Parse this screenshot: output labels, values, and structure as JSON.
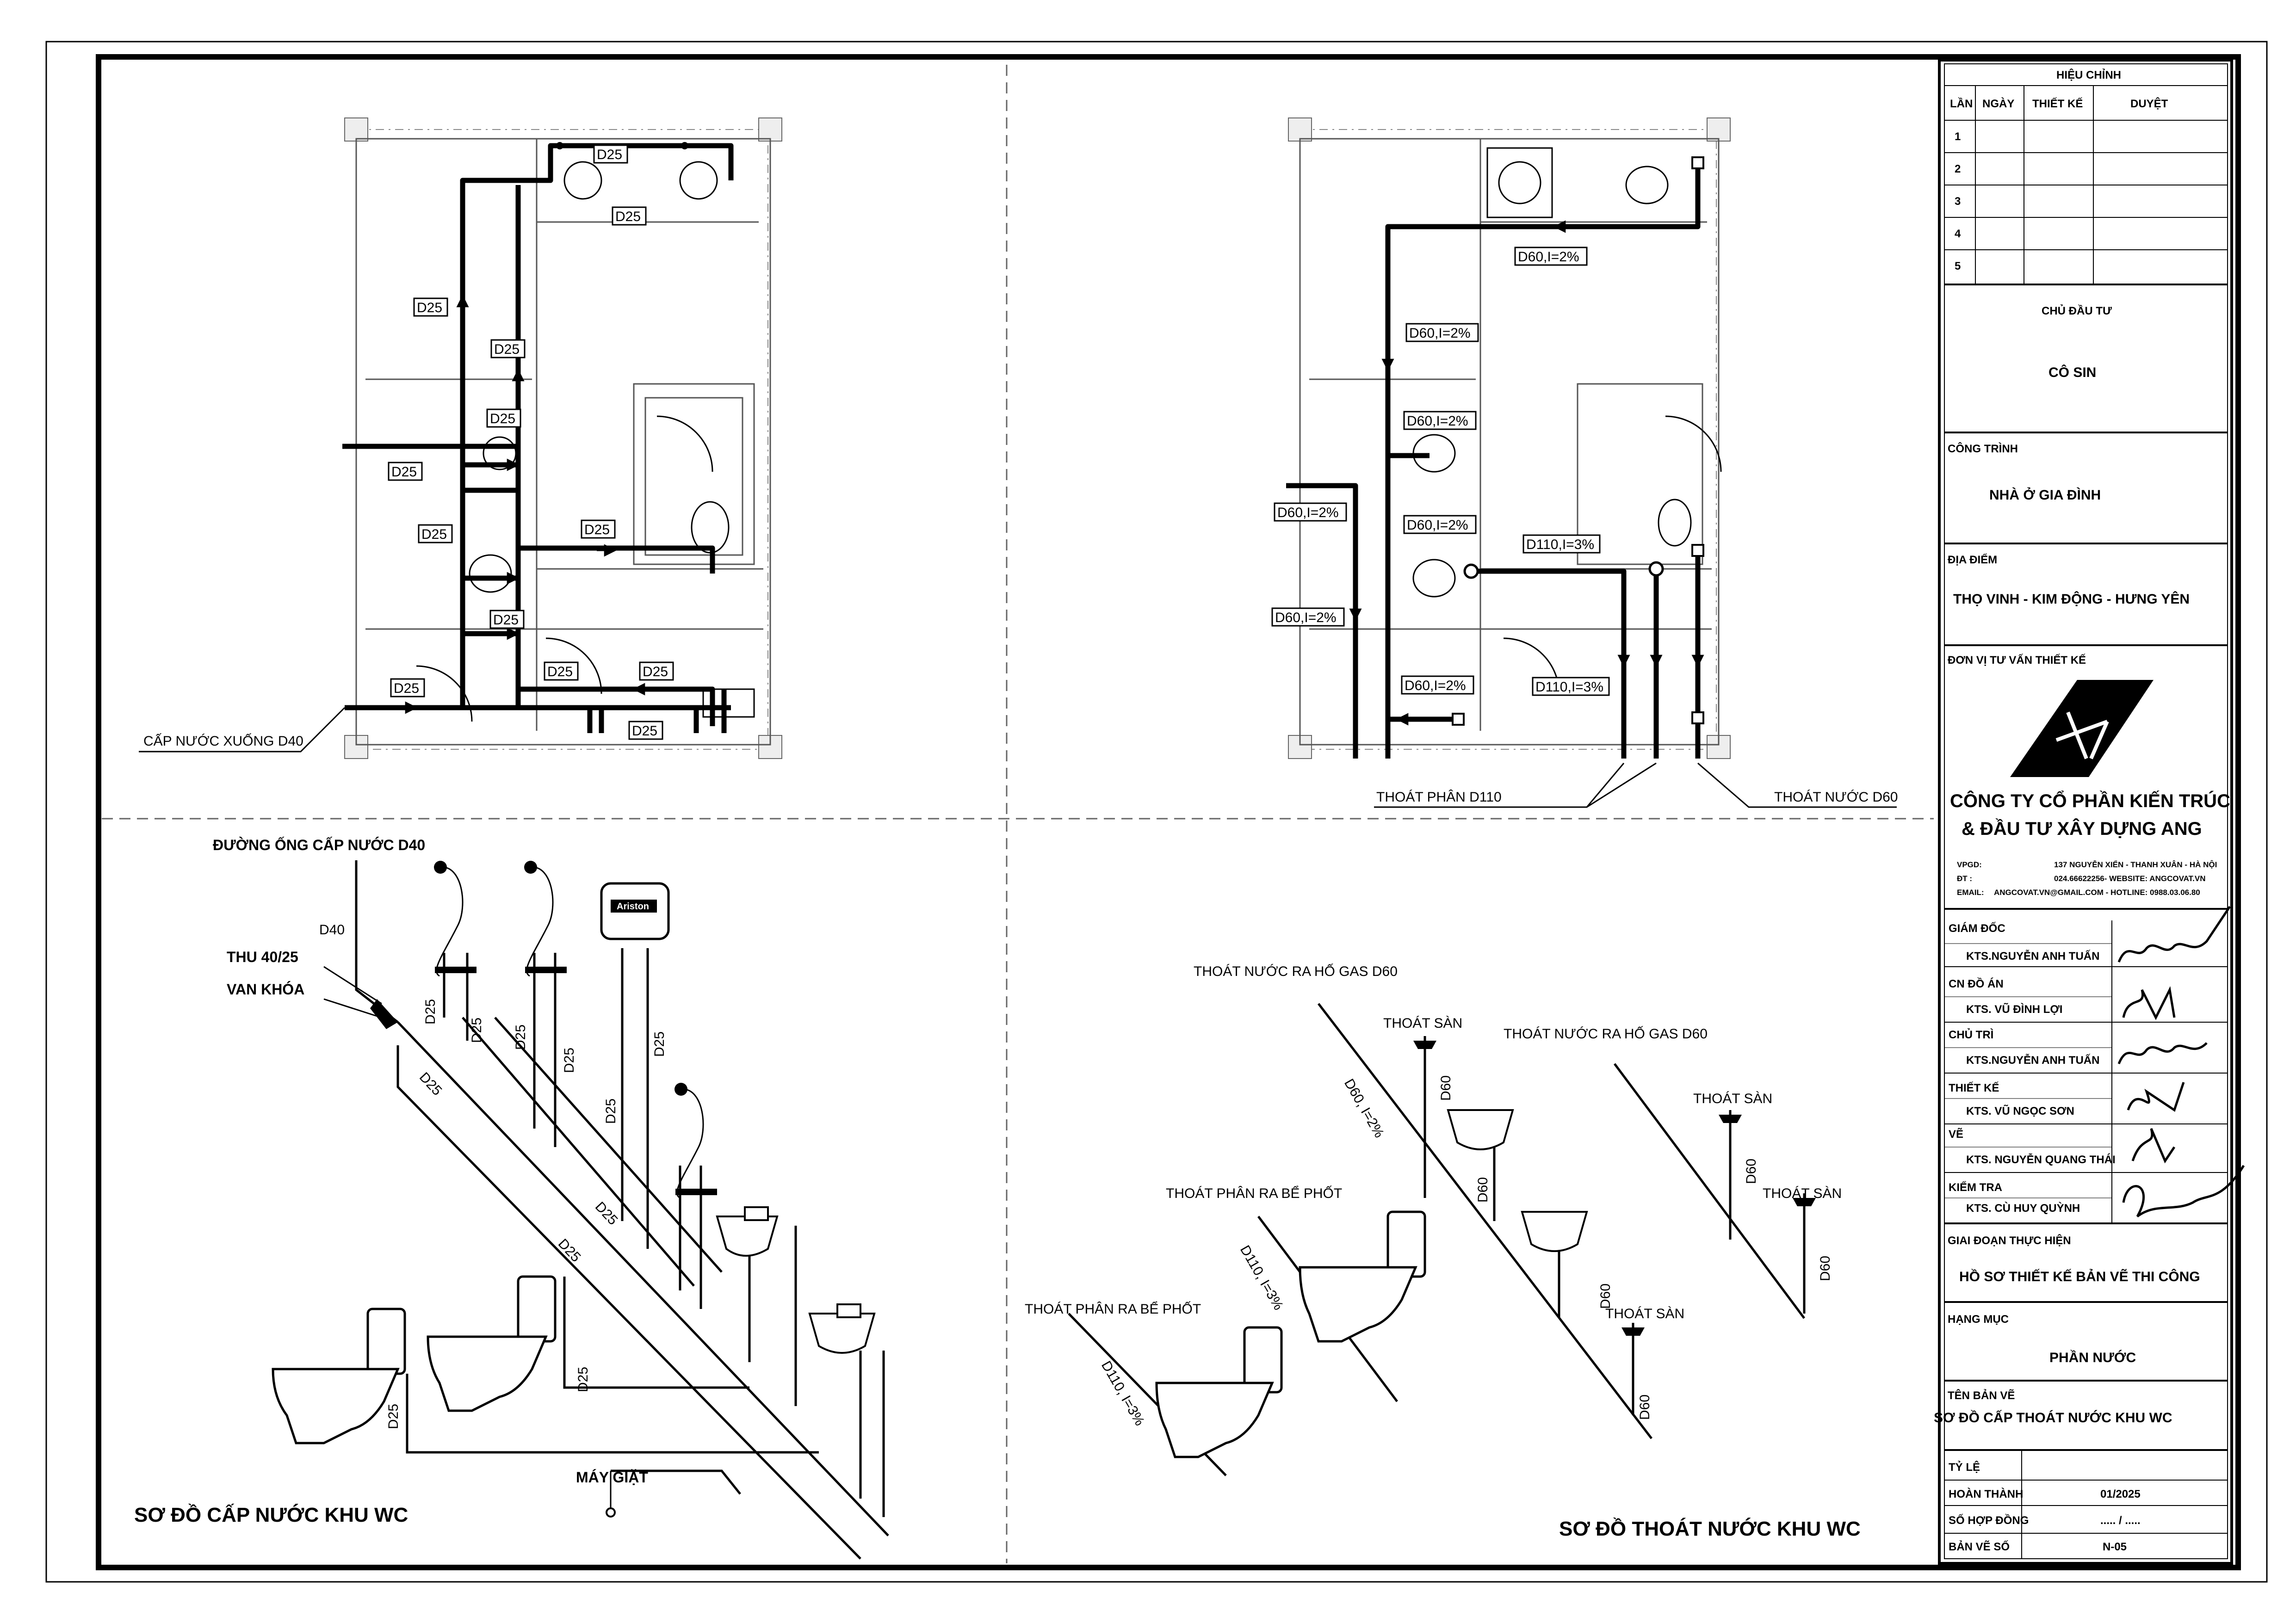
{
  "supply_plan": {
    "tags": [
      "D25",
      "D25",
      "D25",
      "D25",
      "D25",
      "D25",
      "D25",
      "D25",
      "D25",
      "D25",
      "D25",
      "D25",
      "D25"
    ],
    "main_label": "CẤP NƯỚC XUỐNG D40"
  },
  "drain_plan": {
    "tags": [
      "D60,I=2%",
      "D60,I=2%",
      "D60,I=2%",
      "D60,I=2%",
      "D60,I=2%",
      "D60,I=2%",
      "D60,I=2%",
      "D110,I=3%",
      "D110,I=3%"
    ],
    "outlet_d110": "THOÁT PHÂN D110",
    "outlet_d60": "THOÁT NƯỚC D60"
  },
  "supply_iso": {
    "title": "SƠ ĐỒ CẤP NƯỚC KHU WC",
    "main_pipe": "ĐƯỜNG ỐNG CẤP NƯỚC D40",
    "d40": "D40",
    "reducer": "THU 40/25",
    "valve": "VAN KHÓA",
    "washer": "MÁY GIẶT",
    "heater_brand": "Ariston",
    "pipe_labels": [
      "D25",
      "D25",
      "D25",
      "D25",
      "D25",
      "D25",
      "D25",
      "D25",
      "D25",
      "D25",
      "D25"
    ]
  },
  "drain_iso": {
    "title": "SƠ ĐỒ THOÁT NƯỚC KHU WC",
    "gas_trap_1": "THOÁT NƯỚC RA HỐ GAS D60",
    "gas_trap_2": "THOÁT NƯỚC RA HỐ GAS D60",
    "septic_1": "THOÁT PHÂN RA BỂ PHỐT",
    "septic_2": "THOÁT PHÂN RA BỂ PHỐT",
    "floor_drains": [
      "THOÁT SÀN",
      "THOÁT SÀN",
      "THOÁT SÀN",
      "THOÁT SÀN"
    ],
    "pipe_labels": [
      "D60, I=2%",
      "D60",
      "D60",
      "D60",
      "D60",
      "D60",
      "D110, I=3%",
      "D110, I=3%"
    ]
  },
  "title_block": {
    "revision_title": "HIỆU CHỈNH",
    "rev_headers": [
      "LẦN",
      "NGÀY",
      "THIẾT KẾ",
      "DUYỆT"
    ],
    "rev_rows": [
      "1",
      "2",
      "3",
      "4",
      "5"
    ],
    "investor_label": "CHỦ ĐẦU TƯ",
    "investor": "CÔ SIN",
    "project_label": "CÔNG TRÌNH",
    "project": "NHÀ Ở GIA ĐÌNH",
    "location_label": "ĐỊA ĐIỂM",
    "location": "THỌ VINH - KIM ĐỘNG - HƯNG YÊN",
    "consultant_label": "ĐƠN VỊ TƯ VẤN THIẾT KẾ",
    "company_line1": "CÔNG TY CỔ PHẦN KIẾN TRÚC",
    "company_line2": "& ĐẦU TƯ XÂY DỰNG ANG",
    "contacts": [
      {
        "k": "VPGD:",
        "v": "137 NGUYỄN XIỂN - THANH XUÂN - HÀ NỘI"
      },
      {
        "k": "ĐT :",
        "v": "024.66622256- WEBSITE: ANGCOVAT.VN"
      },
      {
        "k": "EMAIL:",
        "v": "ANGCOVAT.VN@GMAIL.COM - HOTLINE: 0988.03.06.80"
      }
    ],
    "staff": [
      {
        "role": "GIÁM ĐỐC",
        "name": "KTS.NGUYỄN ANH TUẤN"
      },
      {
        "role": "CN ĐỒ ÁN",
        "name": "KTS. VŨ ĐÌNH LỢI"
      },
      {
        "role": "CHỦ TRÌ",
        "name": "KTS.NGUYỄN ANH TUẤN"
      },
      {
        "role": "THIẾT KẾ",
        "name": "KTS. VŨ NGỌC SƠN"
      },
      {
        "role": "VẼ",
        "name": "KTS. NGUYỄN QUANG THÁI"
      },
      {
        "role": "KIỂM TRA",
        "name": "KTS. CÙ HUY QUỲNH"
      }
    ],
    "phase_label": "GIAI ĐOẠN THỰC HIỆN",
    "phase": "HỒ SƠ THIẾT KẾ BẢN VẼ THI CÔNG",
    "item_label": "HẠNG MỤC",
    "item": "PHẦN NƯỚC",
    "drawing_label": "TÊN BẢN VẼ",
    "drawing": "SƠ ĐỒ CẤP THOÁT NƯỚC KHU WC",
    "scale_label": "TỶ LỆ",
    "scale": "",
    "complete_label": "HOÀN THÀNH",
    "complete": "01/2025",
    "contract_label": "SỐ HỢP ĐỒNG",
    "contract": "..... / .....",
    "sheet_label": "BẢN VẼ SỐ",
    "sheet_no": "N-05"
  }
}
